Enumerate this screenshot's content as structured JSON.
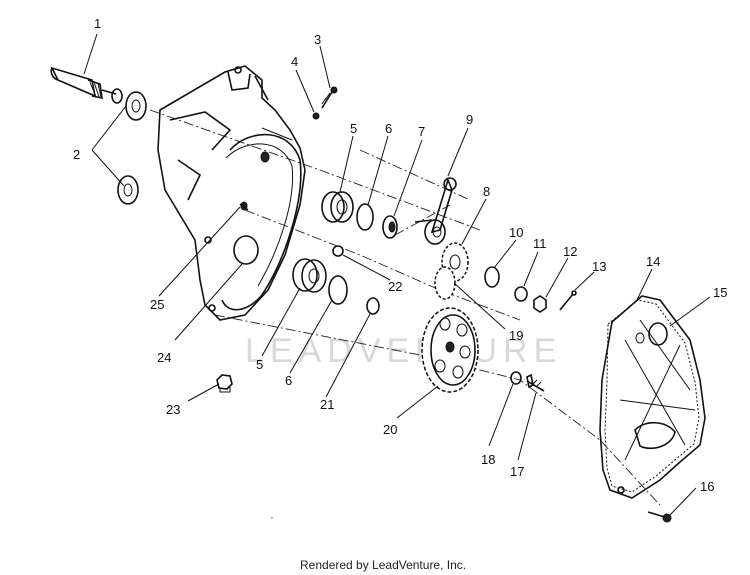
{
  "watermark": "LEADVENTURE",
  "footer": "Rendered by LeadVenture, Inc.",
  "callouts": [
    "1",
    "2",
    "3",
    "4",
    "5",
    "6",
    "7",
    "8",
    "9",
    "10",
    "11",
    "12",
    "13",
    "14",
    "15",
    "16",
    "17",
    "18",
    "19",
    "20",
    "21",
    "22",
    "23",
    "24",
    "25",
    "5",
    "6"
  ]
}
